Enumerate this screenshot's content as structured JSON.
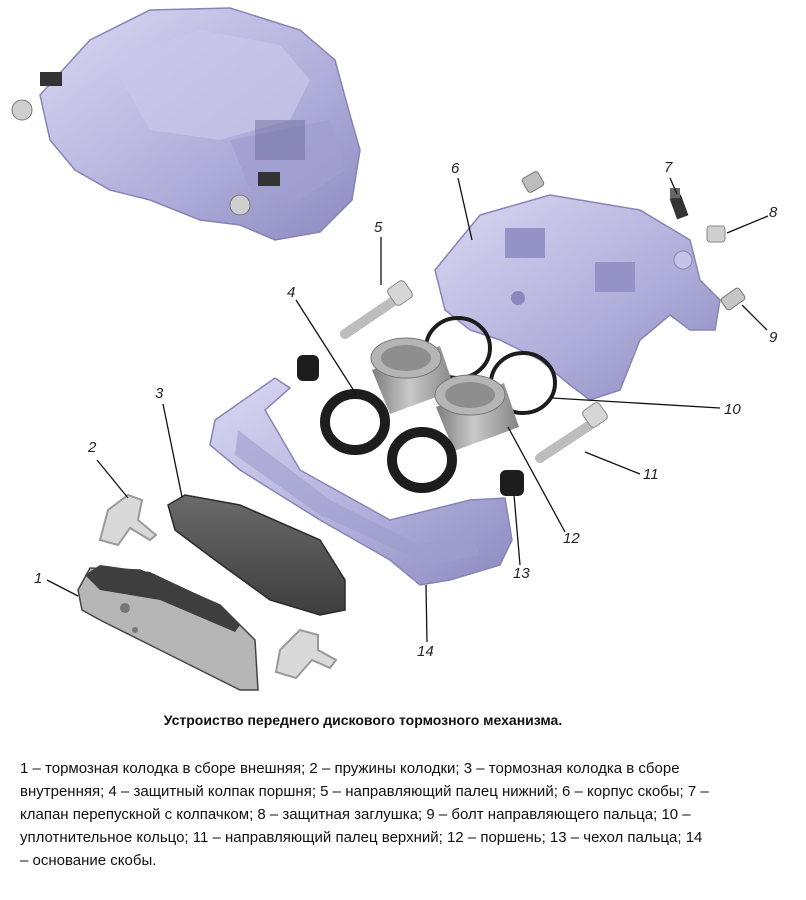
{
  "title": "Устроиство переднего дискового тормозного механизма.",
  "legend": "1 – тормозная колодка в сборе внешняя; 2 – пружины колодки; 3 – тормозная колодка в сборе внутренняя; 4 – защитный колпак поршня; 5 – направляющий палец нижний; 6 – корпус скобы; 7 – клапан перепускной с колпачком; 8 – защитная заглушка; 9 – болт направляющего пальца; 10 – уплотнительное кольцо; 11 – направляющий палец верхний; 12 – поршень; 13 – чехол пальца; 14 – основание скобы.",
  "callouts": [
    "1",
    "2",
    "3",
    "4",
    "5",
    "6",
    "7",
    "8",
    "9",
    "10",
    "11",
    "12",
    "13",
    "14"
  ],
  "colors": {
    "metal": "#b7b5de",
    "metal_dark": "#8a88bd",
    "pad": "#5a5a5a",
    "piston": "#a4a4a4",
    "rubber": "#1d1d1d",
    "spring": "#c8c8c8"
  }
}
